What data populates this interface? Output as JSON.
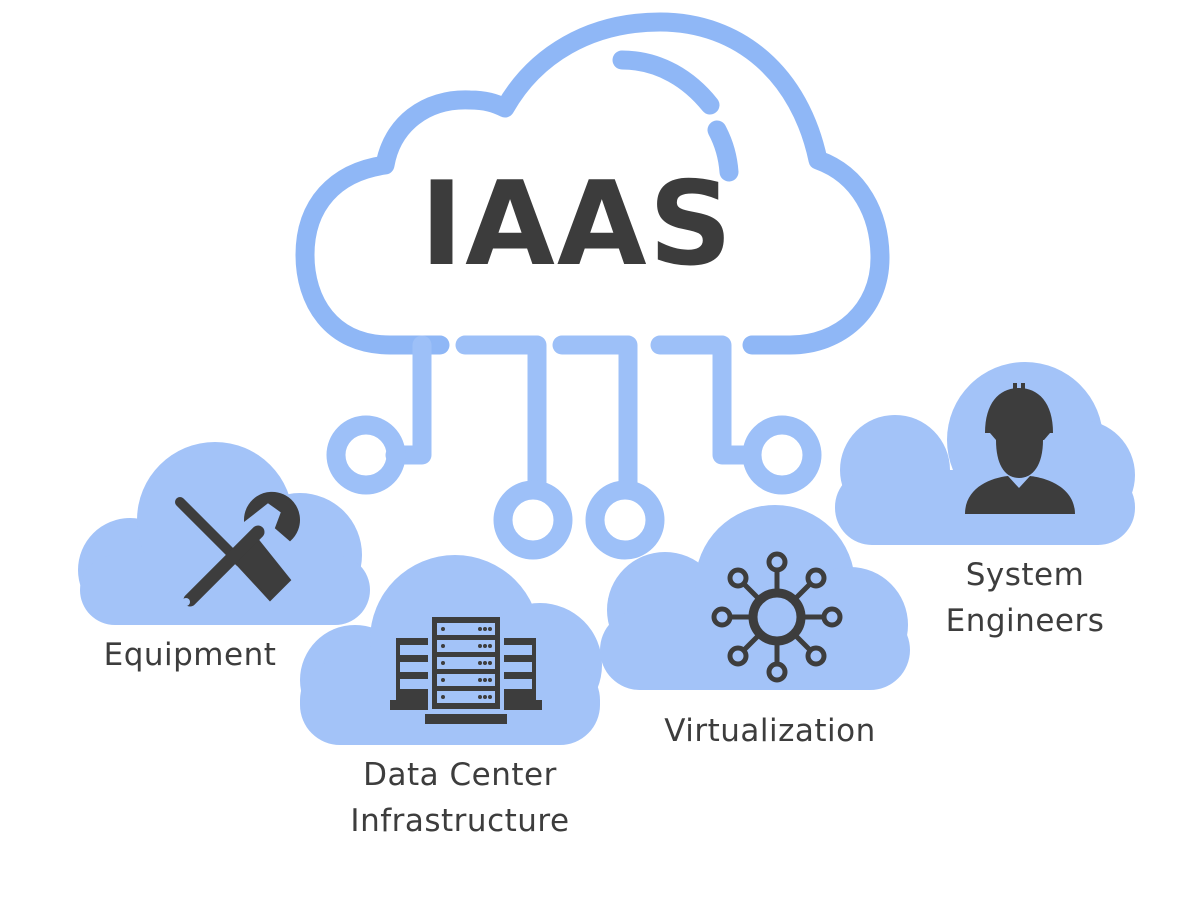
{
  "diagram": {
    "title": "IAAS",
    "colors": {
      "cloud_outline": "#8fb7f6",
      "cloud_fill": "#a3c3f8",
      "icon": "#3d3d3d",
      "text": "#3d3d3d",
      "background": "#ffffff"
    },
    "nodes": [
      {
        "id": "equipment",
        "label": "Equipment",
        "icon": "wrench-screwdriver-icon"
      },
      {
        "id": "data-center",
        "label_line1": "Data Center",
        "label_line2": "Infrastructure",
        "icon": "server-rack-icon"
      },
      {
        "id": "virtualization",
        "label": "Virtualization",
        "icon": "network-hub-icon"
      },
      {
        "id": "system-engineers",
        "label_line1": "System",
        "label_line2": "Engineers",
        "icon": "engineer-hardhat-icon"
      }
    ],
    "connectors": 4
  }
}
